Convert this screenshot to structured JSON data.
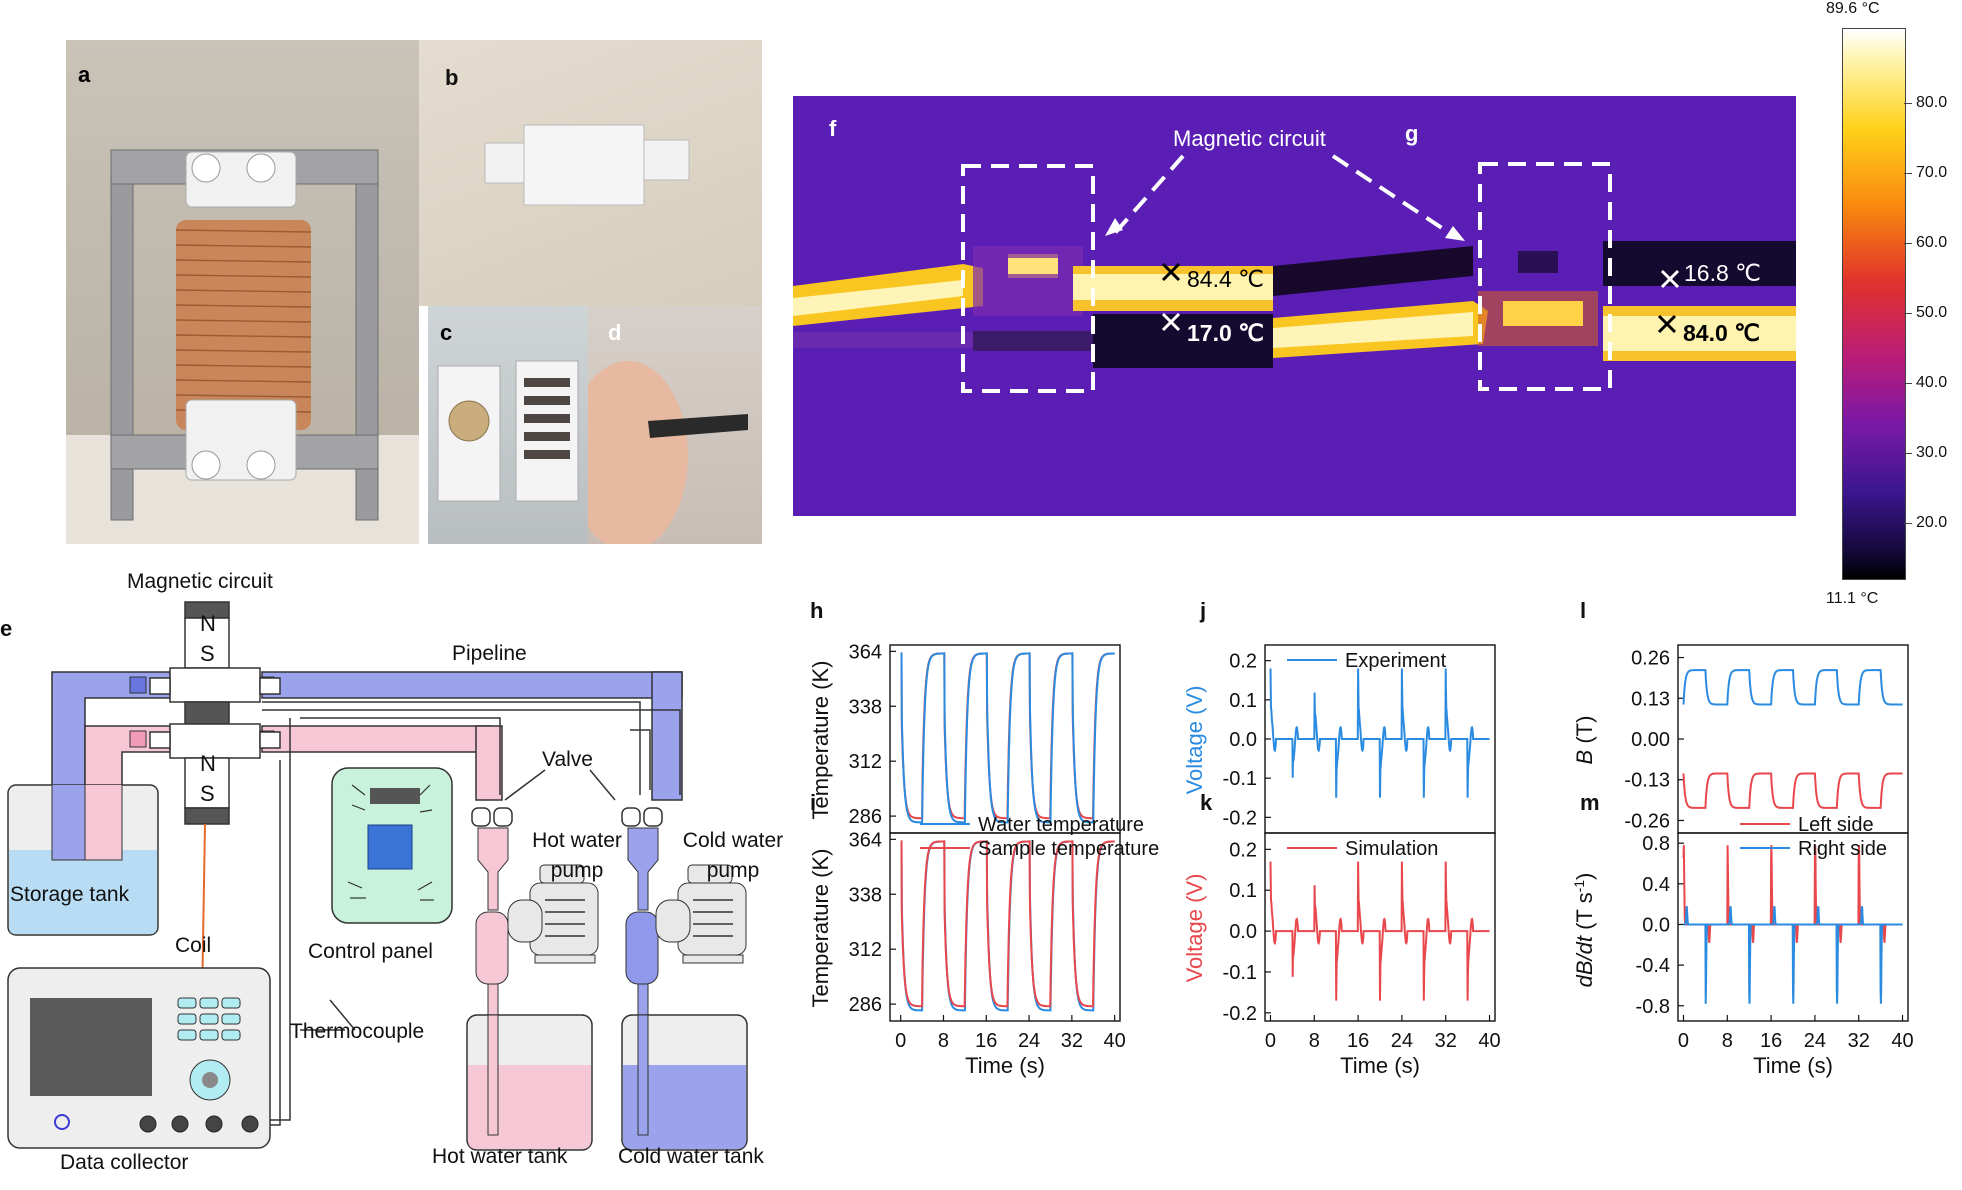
{
  "photos": {
    "a": {
      "letter": "a"
    },
    "b": {
      "letter": "b"
    },
    "c": {
      "letter": "c"
    },
    "d": {
      "letter": "d"
    }
  },
  "thermal": {
    "f_letter": "f",
    "g_letter": "g",
    "label": "Magnetic circuit",
    "f_hot": "84.4 ℃",
    "f_cold": "17.0 ℃",
    "g_cold": "16.8 ℃",
    "g_hot": "84.0 ℃",
    "colorbar": {
      "max_label": "89.6 °C",
      "min_label": "11.1 °C",
      "ticks": [
        "80.0",
        "70.0",
        "60.0",
        "50.0",
        "40.0",
        "30.0",
        "20.0"
      ]
    }
  },
  "schematic": {
    "letter": "e",
    "magnetic_circuit": "Magnetic circuit",
    "pipeline": "Pipeline",
    "valve": "Valve",
    "storage_tank": "Storage tank",
    "coil": "Coil",
    "control_panel": "Control panel",
    "thermocouple": "Thermocouple",
    "data_collector": "Data collector",
    "hot_pump": "Hot water pump",
    "cold_pump": "Cold water pump",
    "hot_tank": "Hot water tank",
    "cold_tank": "Cold water tank",
    "n": "N",
    "s": "S"
  },
  "colors": {
    "blue": "#2a8be0",
    "red": "#e8474c",
    "pipe_blue": "#9aa3ec",
    "pipe_pink": "#f6c8d6",
    "water": "#b9dcf5",
    "panel_green": "#c8f2dc"
  },
  "chart_data": [
    {
      "panel": "h",
      "type": "line",
      "xlabel": "Time (s)",
      "ylabel": "Temperature (K)",
      "xlim": [
        -2,
        41
      ],
      "ylim": [
        278,
        367
      ],
      "xticks": [
        0,
        8,
        16,
        24,
        32,
        40
      ],
      "yticks": [
        286,
        312,
        338,
        364
      ],
      "legend": "bottom",
      "series": [
        {
          "name": "Water temperature",
          "color": "#2a8be0",
          "period": 8,
          "high": 363,
          "low": 283
        }
      ]
    },
    {
      "panel": "i",
      "type": "line",
      "xlabel": "Time (s)",
      "ylabel": "Temperature (K)",
      "xlim": [
        -2,
        41
      ],
      "ylim": [
        278,
        367
      ],
      "xticks": [
        0,
        8,
        16,
        24,
        32,
        40
      ],
      "yticks": [
        286,
        312,
        338,
        364
      ],
      "legend": "top",
      "series": [
        {
          "name": "Sample temperature",
          "color": "#e8474c",
          "period": 8,
          "high": 363,
          "low": 285
        }
      ]
    },
    {
      "panel": "j",
      "type": "line",
      "xlabel": "Time (s)",
      "ylabel": "Voltage (V)",
      "xlim": [
        -1,
        41
      ],
      "ylim": [
        -0.24,
        0.24
      ],
      "xticks": [
        0,
        8,
        16,
        24,
        32,
        40
      ],
      "yticks": [
        0.2,
        0.1,
        0.0,
        -0.1,
        -0.2
      ],
      "legend": "top",
      "series": [
        {
          "name": "Experiment",
          "color": "#2a8be0",
          "peak": 0.18,
          "trough": -0.15
        }
      ]
    },
    {
      "panel": "k",
      "type": "line",
      "xlabel": "Time (s)",
      "ylabel": "Voltage (V)",
      "xlim": [
        -1,
        41
      ],
      "ylim": [
        -0.22,
        0.24
      ],
      "xticks": [
        0,
        8,
        16,
        24,
        32,
        40
      ],
      "yticks": [
        0.2,
        0.1,
        0.0,
        -0.1,
        -0.2
      ],
      "legend": "top",
      "series": [
        {
          "name": "Simulation",
          "color": "#e8474c",
          "peak": 0.17,
          "trough": -0.17
        }
      ]
    },
    {
      "panel": "l",
      "type": "line",
      "xlabel": "Time (s)",
      "ylabel": "B (T)",
      "xlim": [
        -1,
        41
      ],
      "ylim": [
        -0.3,
        0.3
      ],
      "xticks": [
        0,
        8,
        16,
        24,
        32,
        40
      ],
      "yticks": [
        0.26,
        0.13,
        0.0,
        -0.13,
        -0.26
      ],
      "legend": "bottom",
      "series": [
        {
          "name": "Right side",
          "color": "#2a8be0",
          "high": 0.22,
          "low": 0.11
        },
        {
          "name": "Left side",
          "color": "#e8474c",
          "high": -0.11,
          "low": -0.22
        }
      ]
    },
    {
      "panel": "m",
      "type": "line",
      "xlabel": "Time (s)",
      "ylabel": "dB/dt (T s-1)",
      "xlim": [
        -1,
        41
      ],
      "ylim": [
        -0.95,
        0.9
      ],
      "xticks": [
        0,
        8,
        16,
        24,
        32,
        40
      ],
      "yticks": [
        0.8,
        0.4,
        0.0,
        -0.4,
        -0.8
      ],
      "legend": "top",
      "series": [
        {
          "name": "Right side",
          "color": "#2a8be0",
          "peak": 0.18,
          "trough": -0.78
        },
        {
          "name": "Left side",
          "color": "#e8474c",
          "peak": 0.78,
          "trough": -0.18
        }
      ]
    }
  ]
}
